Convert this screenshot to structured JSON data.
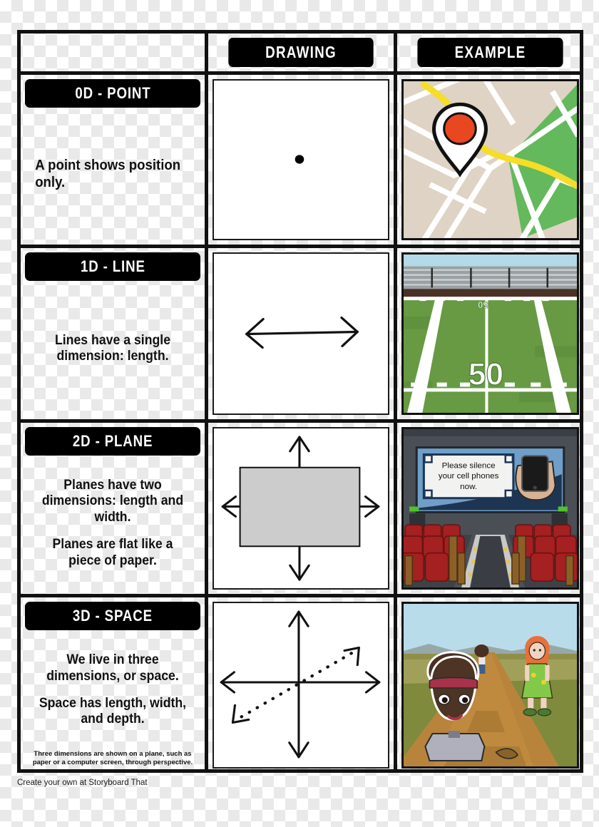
{
  "header": {
    "col1_label": "",
    "col2_label": "DRAWING",
    "col3_label": "EXAMPLE"
  },
  "rows": [
    {
      "id": "0d-point",
      "title": "0D - POINT",
      "description": "A point shows position only.",
      "description2": "",
      "footnote": "",
      "drawing": {
        "name": "point-drawing",
        "caption": "A single black dot"
      },
      "example": {
        "name": "map-with-pin-image",
        "caption": "Map with a location pin"
      }
    },
    {
      "id": "1d-line",
      "title": "1D - LINE",
      "description": "Lines have a single dimension: length.",
      "description2": "",
      "footnote": "",
      "drawing": {
        "name": "line-drawing",
        "caption": "Horizontal double-headed arrow"
      },
      "example": {
        "name": "football-field-image",
        "caption": "Football field 50 yard line",
        "yard_line": "50"
      }
    },
    {
      "id": "2d-plane",
      "title": "2D - PLANE",
      "description": "Planes have two dimensions: length and width.",
      "description2": "Planes are flat like a piece of paper.",
      "footnote": "",
      "drawing": {
        "name": "plane-drawing",
        "caption": "Grey rectangle with four arrows"
      },
      "example": {
        "name": "movie-theater-image",
        "caption": "Movie theater screen",
        "screen_text": "Please silence\nyour cell phones\nnow."
      }
    },
    {
      "id": "3d-space",
      "title": "3D - SPACE",
      "description": "We live in three dimensions, or space.",
      "description2": "Space has length, width, and depth.",
      "footnote": "Three dimensions are shown on a plane, such as paper or a computer screen, through perspective.",
      "drawing": {
        "name": "space-drawing",
        "caption": "Three axes with dotted depth axis"
      },
      "example": {
        "name": "perspective-road-image",
        "caption": "Three characters on a road at different depths"
      }
    }
  ],
  "theater_screen": {
    "line1": "Please silence",
    "line2": "your cell phones",
    "line3": "now."
  },
  "field": {
    "yard_number": "50",
    "yard_number_far": "50"
  },
  "credit": "Create your own at Storyboard That",
  "colors": {
    "frame": "#111111",
    "title_bar_bg": "#000000",
    "title_bar_text": "#ffffff",
    "map_land": "#ded3c4",
    "map_road": "#ffffff",
    "map_highway": "#f5dd28",
    "map_park": "#63b95b",
    "map_pin": "#e8471f",
    "field_grass": "#679a43",
    "field_sky": "#b4d9e8",
    "theater_seat": "#a52020",
    "theater_wall": "#4a4f55",
    "sky": "#b9dceb",
    "road_dirt": "#b8843b"
  }
}
